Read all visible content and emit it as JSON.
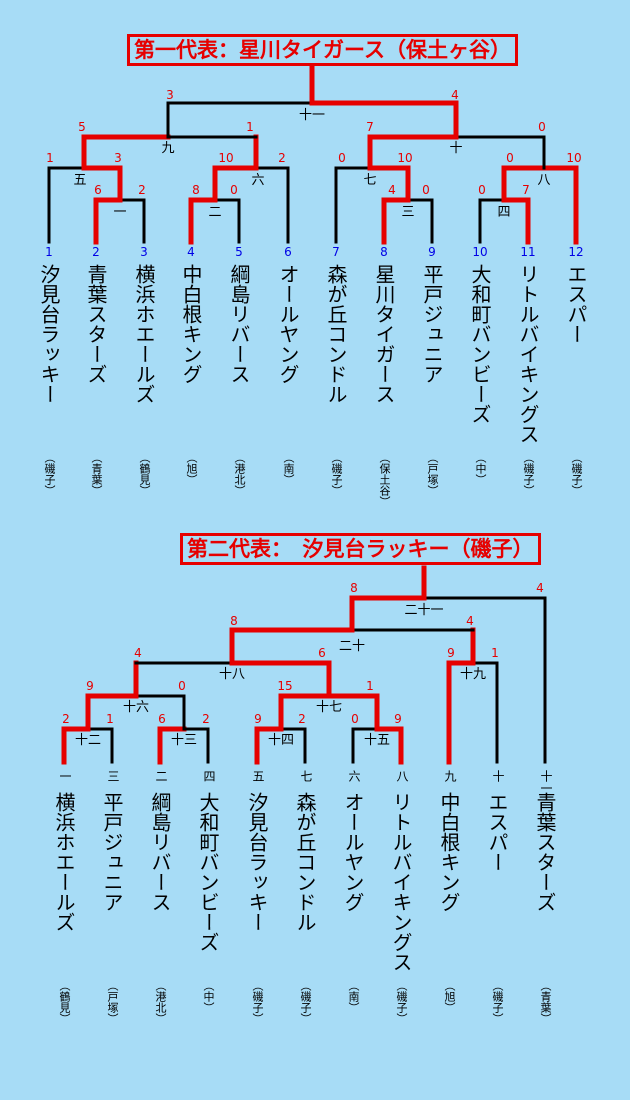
{
  "bracket1": {
    "title": "第一代表：星川タイガース（保土ヶ谷）",
    "teams": [
      {
        "seed": "1",
        "name": "汐見台ラッキー",
        "district": "（磯子）"
      },
      {
        "seed": "2",
        "name": "青葉スターズ",
        "district": "（青葉）"
      },
      {
        "seed": "3",
        "name": "横浜ホエールズ",
        "district": "（鶴見）"
      },
      {
        "seed": "4",
        "name": "中白根キング",
        "district": "（旭）"
      },
      {
        "seed": "5",
        "name": "綱島リバース",
        "district": "（港北）"
      },
      {
        "seed": "6",
        "name": "オールヤング",
        "district": "（南）"
      },
      {
        "seed": "7",
        "name": "森が丘コンドル",
        "district": "（磯子）"
      },
      {
        "seed": "8",
        "name": "星川タイガース",
        "district": "（保土谷）"
      },
      {
        "seed": "9",
        "name": "平戸ジュニア",
        "district": "（戸塚）"
      },
      {
        "seed": "10",
        "name": "大和町バンビーズ",
        "district": "（中）"
      },
      {
        "seed": "11",
        "name": "リトルバイキングス",
        "district": "（磯子）"
      },
      {
        "seed": "12",
        "name": "エスパー",
        "district": "（磯子）"
      }
    ],
    "match_labels": [
      "一",
      "二",
      "三",
      "四",
      "五",
      "六",
      "七",
      "八",
      "九",
      "十",
      "十一"
    ],
    "scores": [
      "6",
      "2",
      "8",
      "0",
      "4",
      "0",
      "0",
      "7",
      "1",
      "3",
      "10",
      "2",
      "0",
      "10",
      "0",
      "10",
      "5",
      "1",
      "7",
      "0",
      "3",
      "4"
    ]
  },
  "bracket2": {
    "title": "第二代表：　汐見台ラッキー（磯子）",
    "teams": [
      {
        "label": "一",
        "name": "横浜ホエールズ",
        "district": "（鶴見）"
      },
      {
        "label": "三",
        "name": "平戸ジュニア",
        "district": "（戸塚）"
      },
      {
        "label": "二",
        "name": "綱島リバース",
        "district": "（港北）"
      },
      {
        "label": "四",
        "name": "大和町バンビーズ",
        "district": "（中）"
      },
      {
        "label": "五",
        "name": "汐見台ラッキー",
        "district": "（磯子）"
      },
      {
        "label": "七",
        "name": "森が丘コンドル",
        "district": "（磯子）"
      },
      {
        "label": "六",
        "name": "オールヤング",
        "district": "（南）"
      },
      {
        "label": "八",
        "name": "リトルバイキングス",
        "district": "（磯子）"
      },
      {
        "label": "九",
        "name": "中白根キング",
        "district": "（旭）"
      },
      {
        "label": "十",
        "name": "エスパー",
        "district": "（磯子）"
      },
      {
        "label": "十一",
        "name": "青葉スターズ",
        "district": "（青葉）"
      }
    ],
    "match_labels": [
      "十二",
      "十三",
      "十四",
      "十五",
      "十六",
      "十七",
      "十八",
      "十九",
      "二十",
      "二十一"
    ],
    "scores": [
      "2",
      "1",
      "6",
      "2",
      "9",
      "2",
      "0",
      "9",
      "9",
      "0",
      "15",
      "1",
      "4",
      "6",
      "8",
      "4",
      "9",
      "1",
      "8",
      "4"
    ]
  },
  "colors": {
    "win": "#e60000",
    "line": "#000000",
    "seed": "#0000e6",
    "bg": "#a7dcf6"
  }
}
